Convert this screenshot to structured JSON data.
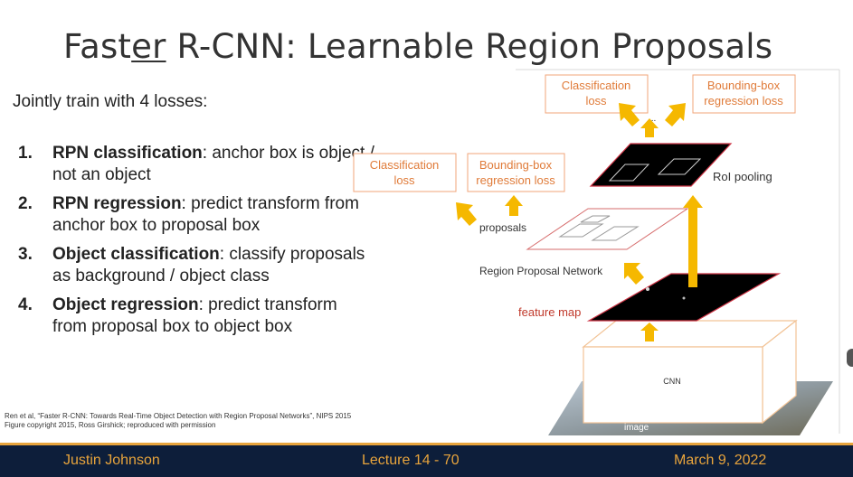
{
  "slide": {
    "title_prefix": "Fast",
    "title_underlined": "er",
    "title_suffix": " R-CNN: Learnable Region Proposals",
    "intro": "Jointly train with 4 losses:",
    "losses": [
      {
        "num": "1.",
        "term": "RPN classification",
        "desc": ": anchor box is object / not an object"
      },
      {
        "num": "2.",
        "term": "RPN regression",
        "desc": ": predict transform from anchor box to proposal box"
      },
      {
        "num": "3.",
        "term": "Object classification",
        "desc": ": classify proposals as background / object class"
      },
      {
        "num": "4.",
        "term": "Object regression",
        "desc": ": predict transform from proposal box to object box"
      }
    ],
    "citation_line1": "Ren et al, “Faster R-CNN: Towards Real-Time Object Detection with Region Proposal Networks”, NIPS 2015",
    "citation_line2": "Figure copyright 2015, Ross Girshick; reproduced with permission"
  },
  "figure": {
    "top_cls_line1": "Classification",
    "top_cls_line2": "loss",
    "top_bbox_line1": "Bounding-box",
    "top_bbox_line2": "regression loss",
    "rpn_cls_line1": "Classification",
    "rpn_cls_line2": "loss",
    "rpn_bbox_line1": "Bounding-box",
    "rpn_bbox_line2": "regression loss",
    "ellipsis": "...",
    "roi_pooling": "RoI pooling",
    "proposals": "proposals",
    "rpn": "Region Proposal Network",
    "feature_map": "feature map",
    "cnn": "CNN",
    "image": "image"
  },
  "footer": {
    "author": "Justin Johnson",
    "lecture": "Lecture 14 - 70",
    "date": "March 9, 2022"
  },
  "colors": {
    "accent": "#e8a43c",
    "box_text": "#e07b39",
    "footer_bg": "#0d1e3a",
    "feature_map_label": "#c0392b"
  }
}
